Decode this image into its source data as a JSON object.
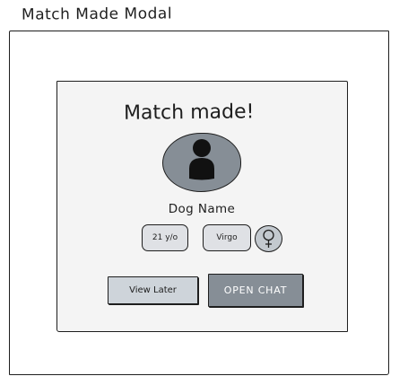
{
  "frame": {
    "title": "Match Made Modal"
  },
  "modal": {
    "heading": "Match made!",
    "dog_name": "Dog Name",
    "age_badge": "21 y/o",
    "sign_badge": "Virgo",
    "gender_icon": "female-symbol-icon",
    "avatar_icon": "user-silhouette-icon",
    "view_later_label": "View Later",
    "open_chat_label": "OPEN CHAT"
  },
  "colors": {
    "modal_bg": "#f4f4f4",
    "avatar_bg": "#868e96",
    "badge_bg": "#dfe1e5",
    "gender_bg": "#c3c9cf",
    "secondary_button_bg": "#ced4da",
    "primary_button_bg": "#868e96",
    "primary_button_text": "#ffffff",
    "stroke": "#1e1e1e"
  }
}
